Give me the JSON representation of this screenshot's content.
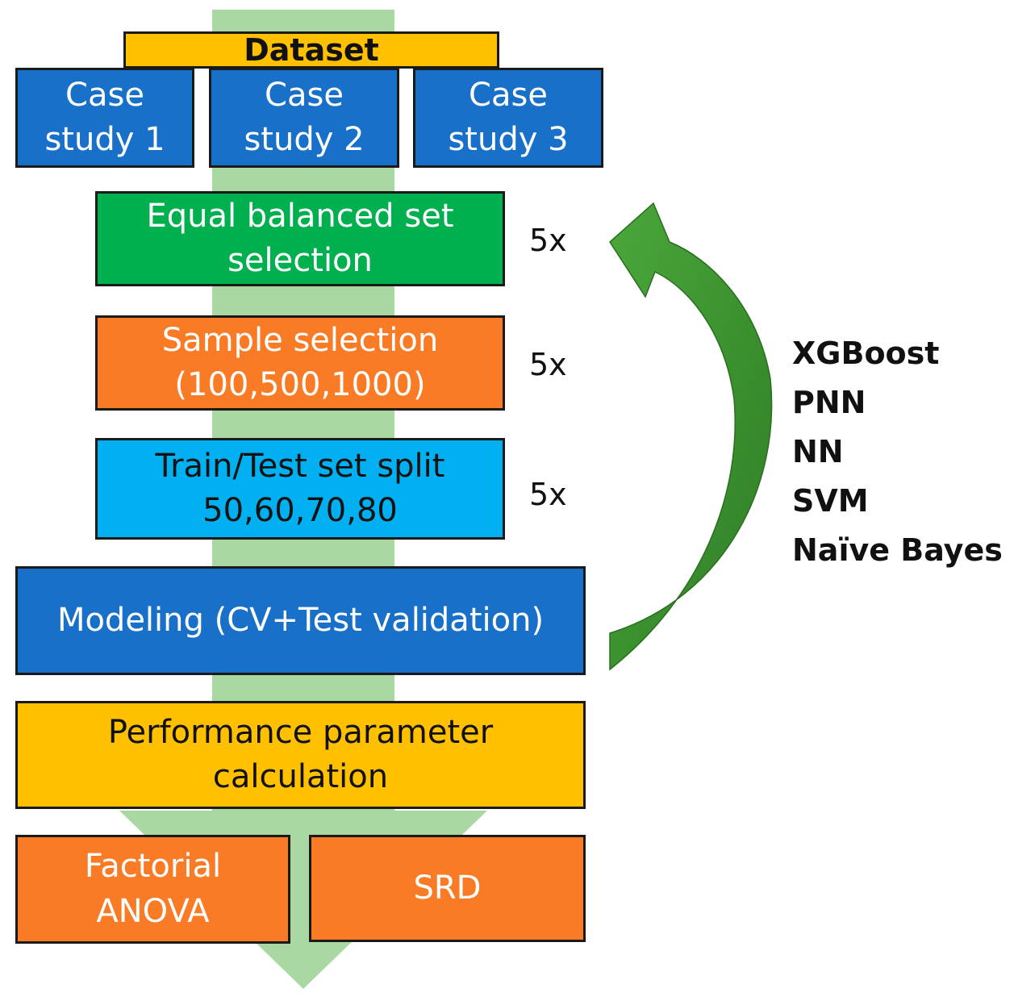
{
  "flow": {
    "dataset": "Dataset",
    "case_studies": [
      {
        "line1": "Case",
        "line2": "study 1"
      },
      {
        "line1": "Case",
        "line2": "study 2"
      },
      {
        "line1": "Case",
        "line2": "study 3"
      }
    ],
    "steps": [
      {
        "line1": "Equal balanced set",
        "line2": "selection",
        "repeat": "5x"
      },
      {
        "line1": "Sample selection",
        "line2": "(100,500,1000)",
        "repeat": "5x"
      },
      {
        "line1": "Train/Test set split",
        "line2": "50,60,70,80",
        "repeat": "5x"
      }
    ],
    "modeling": "Modeling (CV+Test validation)",
    "performance": {
      "line1": "Performance parameter",
      "line2": "calculation"
    },
    "outputs": [
      {
        "line1": "Factorial",
        "line2": "ANOVA"
      },
      {
        "line1": "SRD"
      }
    ]
  },
  "models": [
    "XGBoost",
    "PNN",
    "NN",
    "SVM",
    "Naïve Bayes"
  ],
  "colors": {
    "flow_arrow": "#a9d8a3",
    "loop_arrow": "#3f9a30",
    "blue": "#1870c8",
    "green": "#00b04f",
    "orange": "#f97b26",
    "cyan": "#00b0f0",
    "yellow": "#ffc000"
  }
}
